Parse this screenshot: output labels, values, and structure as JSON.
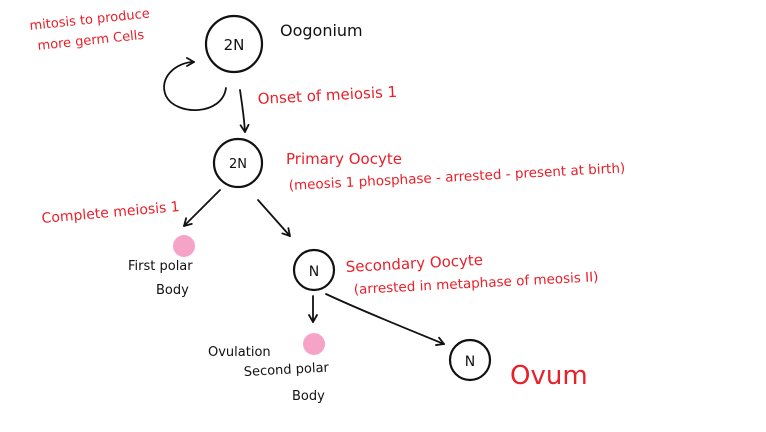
{
  "cells": {
    "oogonium": {
      "ploidy": "2N",
      "label": "Oogonium"
    },
    "primary": {
      "ploidy": "2N",
      "label": "Primary Oocyte",
      "note": "(meosis 1 phosphase - arrested - present at birth)"
    },
    "secondary": {
      "ploidy": "N",
      "label": "Secondary Oocyte",
      "note": "(arrested in metaphase of meosis II)"
    },
    "ovum": {
      "ploidy": "N",
      "label": "Ovum"
    }
  },
  "annotations": {
    "mitosis_line1": "mitosis to produce",
    "mitosis_line2": "more germ Cells",
    "onset": "Onset of meiosis 1",
    "complete": "Complete meiosis 1",
    "first_polar_line1": "First polar",
    "first_polar_line2": "Body",
    "ovulation": "Ovulation",
    "second_polar_line1": "Second polar",
    "second_polar_line2": "Body"
  },
  "colors": {
    "ink": "#111111",
    "annotation": "#e8202a",
    "polar_body": "#f5a3c7"
  }
}
